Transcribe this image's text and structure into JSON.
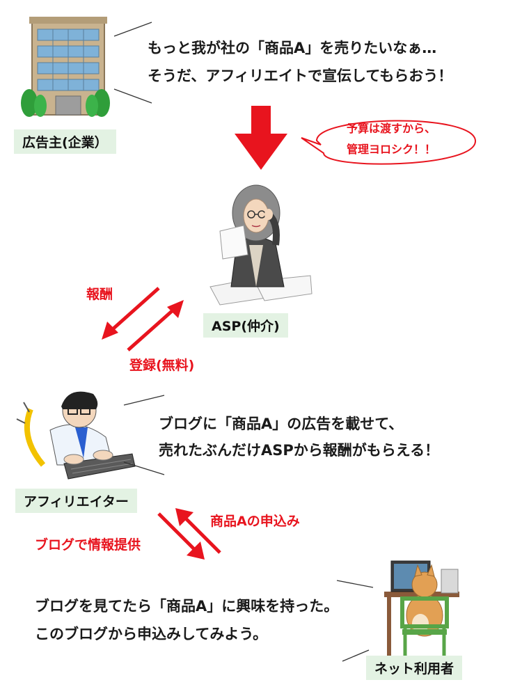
{
  "advertiser": {
    "label": "広告主(企業）",
    "speech_line1": "もっと我が社の「商品A」を売りたいなぁ…",
    "speech_line2": "そうだ、アフィリエイトで宣伝してもらおう！"
  },
  "bubble": {
    "line1": "予算は渡すから、",
    "line2": "管理ヨロシク！！"
  },
  "asp": {
    "label": "ASP(仲介)",
    "reward_label": "報酬",
    "register_label": "登録(無料)"
  },
  "affiliate": {
    "label": "アフィリエイター",
    "speech_line1": "ブログに「商品A」の広告を載せて、",
    "speech_line2": "売れたぶんだけASPから報酬がもらえる！",
    "apply_label": "商品Aの申込み",
    "info_label": "ブログで情報提供"
  },
  "user": {
    "label": "ネット利用者",
    "speech_line1": "ブログを見てたら「商品A」に興味を持った。",
    "speech_line2": "このブログから申込みしてみよう。"
  },
  "colors": {
    "accent_red": "#e8141e",
    "label_green": "#e3f2e3"
  }
}
